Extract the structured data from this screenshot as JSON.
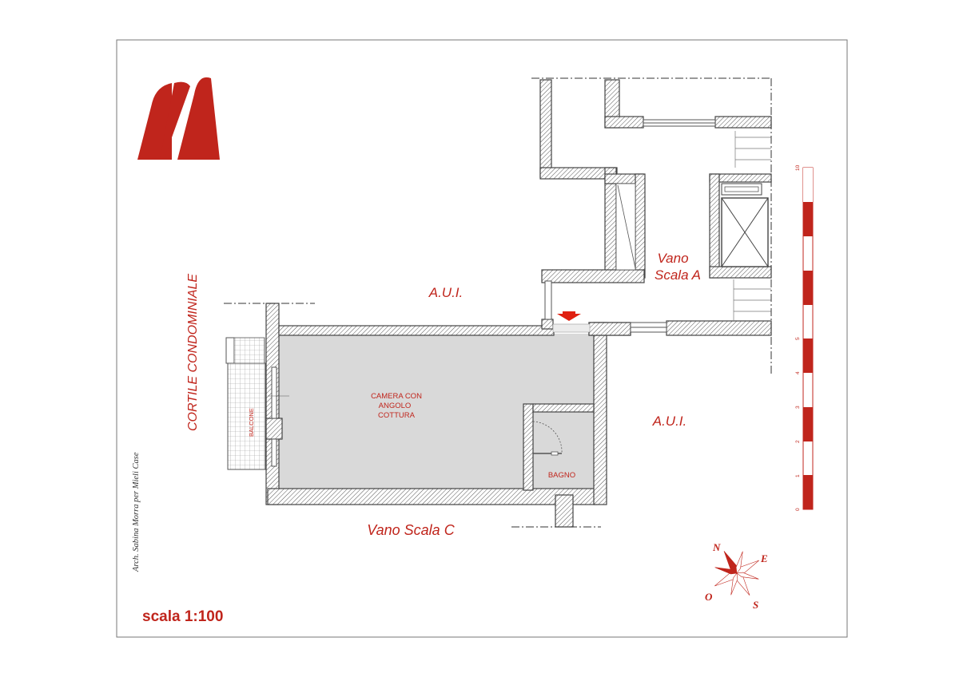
{
  "labels": {
    "aui_top": "A.U.I.",
    "aui_right": "A.U.I.",
    "vano": "Vano",
    "scala_a": "Scala A",
    "vano_scala_c": "Vano Scala C",
    "cortile": "CORTILE CONDOMINIALE",
    "balcone": "BALCONE",
    "camera_line1": "CAMERA CON",
    "camera_line2": "ANGOLO",
    "camera_line3": "COTTURA",
    "bagno": "BAGNO",
    "signature": "Arch. Sabina Morra per Mieli Case",
    "scale": "scala 1:100"
  },
  "scale_bar": {
    "ticks": [
      "0",
      "1",
      "2",
      "3",
      "4",
      "5",
      "10"
    ]
  },
  "compass": {
    "n": "N",
    "e": "E",
    "s": "S",
    "o": "O"
  },
  "colors": {
    "accent": "#c0251c",
    "room_fill": "#d9d9d9",
    "wall": "#444444"
  }
}
